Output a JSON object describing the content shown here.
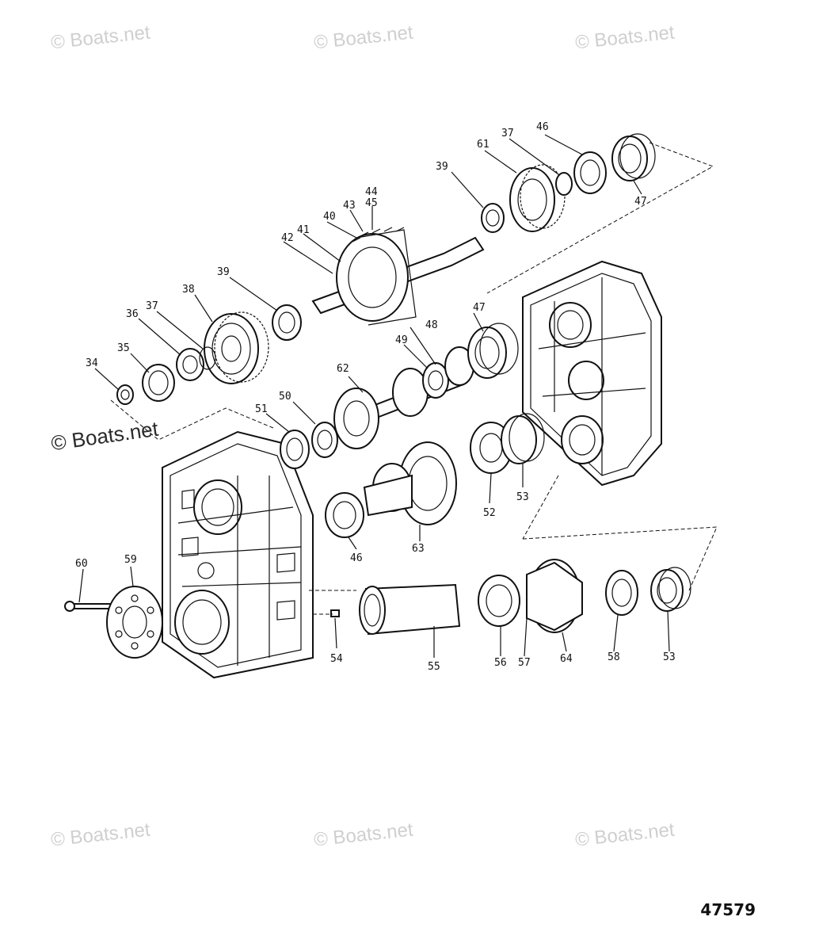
{
  "watermarks": {
    "text": "© Boats.net",
    "faint_color": "#cfcfcf",
    "dark_color": "#2a2a2a"
  },
  "figure_number": "47579",
  "parts": [
    {
      "id": "p34",
      "label": "34"
    },
    {
      "id": "p35",
      "label": "35"
    },
    {
      "id": "p36",
      "label": "36"
    },
    {
      "id": "p37a",
      "label": "37"
    },
    {
      "id": "p38",
      "label": "38"
    },
    {
      "id": "p39a",
      "label": "39"
    },
    {
      "id": "p40",
      "label": "40"
    },
    {
      "id": "p41",
      "label": "41"
    },
    {
      "id": "p42",
      "label": "42"
    },
    {
      "id": "p43",
      "label": "43"
    },
    {
      "id": "p44",
      "label": "44"
    },
    {
      "id": "p45",
      "label": "45"
    },
    {
      "id": "p39b",
      "label": "39"
    },
    {
      "id": "p61",
      "label": "61"
    },
    {
      "id": "p37b",
      "label": "37"
    },
    {
      "id": "p46a",
      "label": "46"
    },
    {
      "id": "p47a",
      "label": "47"
    },
    {
      "id": "p47b",
      "label": "47"
    },
    {
      "id": "p48",
      "label": "48"
    },
    {
      "id": "p49",
      "label": "49"
    },
    {
      "id": "p62",
      "label": "62"
    },
    {
      "id": "p50",
      "label": "50"
    },
    {
      "id": "p51",
      "label": "51"
    },
    {
      "id": "p52",
      "label": "52"
    },
    {
      "id": "p53a",
      "label": "53"
    },
    {
      "id": "p46b",
      "label": "46"
    },
    {
      "id": "p63",
      "label": "63"
    },
    {
      "id": "p60",
      "label": "60"
    },
    {
      "id": "p59",
      "label": "59"
    },
    {
      "id": "p54",
      "label": "54"
    },
    {
      "id": "p55",
      "label": "55"
    },
    {
      "id": "p56",
      "label": "56"
    },
    {
      "id": "p57",
      "label": "57"
    },
    {
      "id": "p64",
      "label": "64"
    },
    {
      "id": "p58",
      "label": "58"
    },
    {
      "id": "p53b",
      "label": "53"
    }
  ]
}
